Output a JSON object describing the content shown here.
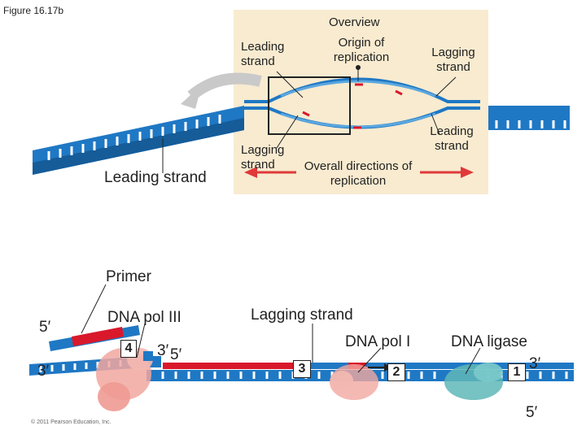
{
  "figure_label": "Figure 16.17b",
  "overview": {
    "title": "Overview",
    "origin_label": "Origin of replication",
    "leading_strand_top": "Leading strand",
    "lagging_strand_top": "Lagging strand",
    "lagging_strand_bottom": "Lagging strand",
    "leading_strand_right": "Leading strand",
    "overall_directions": "Overall directions of replication",
    "panel_color": "#f8ebd0"
  },
  "main": {
    "leading_strand": "Leading strand",
    "primer": "Primer",
    "dna_pol_iii": "DNA pol III",
    "lagging_strand": "Lagging strand",
    "dna_pol_i": "DNA pol I",
    "dna_ligase": "DNA ligase",
    "end_5_left": "5′",
    "end_3_left": "3′",
    "end_3_mid": "3′",
    "end_5_mid": "5′",
    "end_3_right": "3′",
    "end_5_right": "5′",
    "step_4": "4",
    "step_3": "3",
    "step_2": "2",
    "step_1": "1"
  },
  "copyright": "© 2011 Pearson Education, Inc.",
  "colors": {
    "dna_blue": "#1f78c4",
    "primer_red": "#d9182b",
    "polymerase_pink": "#f2a7a0",
    "ligase_teal": "#5fb7b7",
    "arrow_red": "#e03a3a",
    "arrow_gray": "#c9c9c9"
  }
}
